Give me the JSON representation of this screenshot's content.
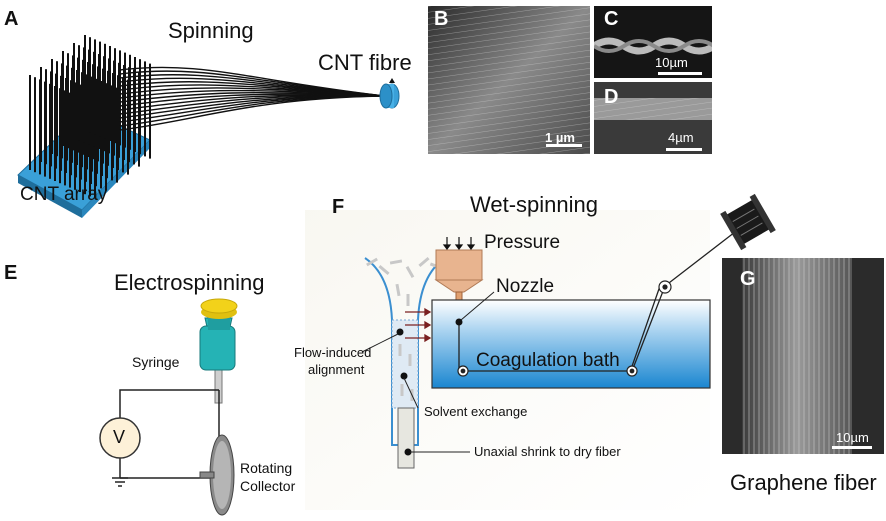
{
  "panels": {
    "a": {
      "letter": "A",
      "title": "Spinning",
      "fibre_label": "CNT fibre",
      "array_label": "CNT array"
    },
    "b": {
      "letter": "B",
      "scale": "1 µm"
    },
    "c": {
      "letter": "C",
      "scale": "10µm"
    },
    "d": {
      "letter": "D",
      "scale": "4µm"
    },
    "e": {
      "letter": "E",
      "title": "Electrospinning",
      "syringe": "Syringe",
      "voltage": "V",
      "collector_line1": "Rotating",
      "collector_line2": "Collector"
    },
    "f": {
      "letter": "F",
      "title": "Wet-spinning",
      "pressure": "Pressure",
      "nozzle": "Nozzle",
      "bath": "Coagulation bath",
      "flow_line1": "Flow-induced",
      "flow_line2": "alignment",
      "solvent": "Solvent exchange",
      "shrink": "Unaxial shrink to dry fiber"
    },
    "g": {
      "letter": "G",
      "scale": "10µm",
      "caption": "Graphene fiber"
    }
  },
  "colors": {
    "substrate": "#3aa0d8",
    "syringe_body": "#25b3b5",
    "syringe_cap": "#f2d21a",
    "bath_top": "#ffffff",
    "bath_bottom": "#1a86d0",
    "pressure_box": "#e8b48f",
    "sem_bg": "#3a3a3a"
  },
  "icons": [
    "cnt-array-icon",
    "cnt-fibre-spool-icon",
    "syringe-icon",
    "voltmeter-icon",
    "rotating-collector-icon",
    "ground-icon",
    "spool-icon",
    "pulley-icon"
  ]
}
